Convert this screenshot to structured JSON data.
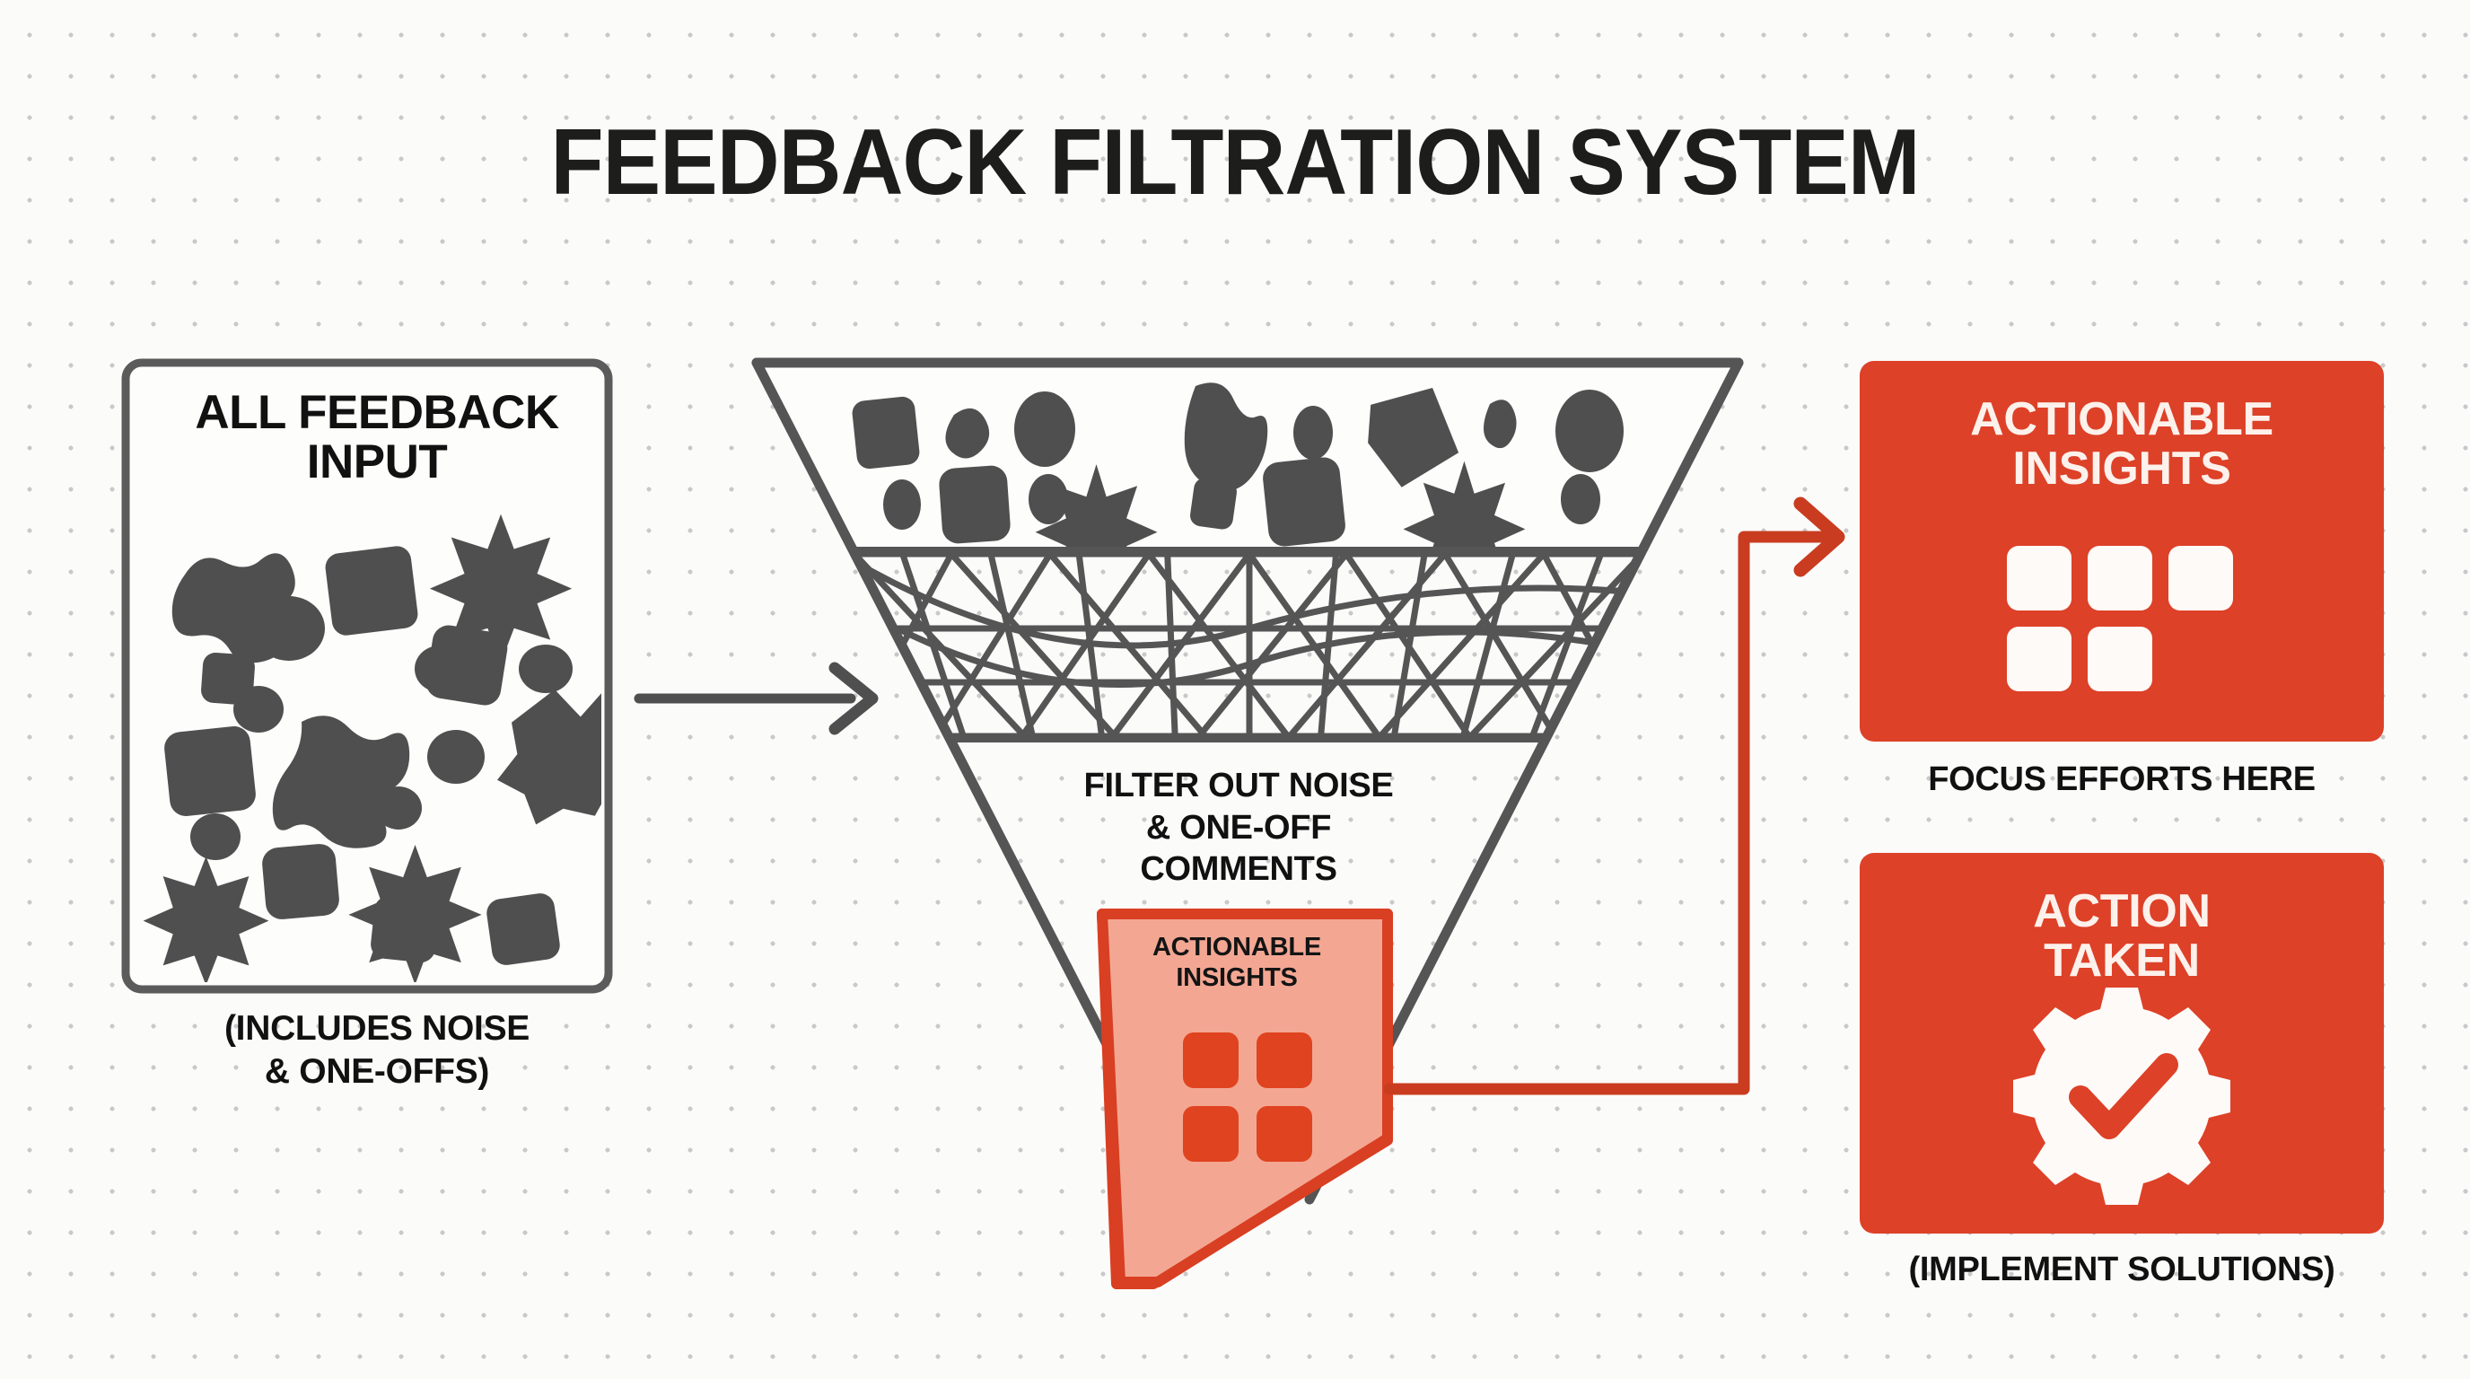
{
  "title": "FEEDBACK FILTRATION SYSTEM",
  "palette": {
    "background": "#fbfbfa",
    "dot": "#c9c9c9",
    "dark_gray": "#4f4f4f",
    "outline_gray": "#595959",
    "red": "#dd4128",
    "red_dark": "#c93c20",
    "spout_fill": "#f3a793",
    "text_dark": "#1d1d1b",
    "card_text": "#fdf1ec"
  },
  "input_box": {
    "title": "ALL FEEDBACK INPUT",
    "caption": "(INCLUDES NOISE & ONE-OFFS)",
    "caption_line1": "(INCLUDES NOISE",
    "caption_line2": "& ONE-OFFS)",
    "shape_count": 22,
    "shape_kinds": [
      "blob",
      "rounded-square",
      "circle",
      "ellipse",
      "six-point-star"
    ]
  },
  "funnel": {
    "mesh_label": "FILTER OUT NOISE & ONE-OFF COMMENTS",
    "mesh_label_line1": "FILTER OUT NOISE",
    "mesh_label_line2": "& ONE-OFF",
    "mesh_label_line3": "COMMENTS",
    "top_shape_count": 19,
    "spout_label": "ACTIONABLE INSIGHTS",
    "spout_label_line1": "ACTIONABLE",
    "spout_label_line2": "INSIGHTS",
    "spout_square_count": 4
  },
  "cards": [
    {
      "id": "actionable-insights",
      "title": "ACTIONABLE INSIGHTS",
      "title_line1": "ACTIONABLE",
      "title_line2": "INSIGHTS",
      "caption": "FOCUS EFFORTS HERE",
      "icon": "grid-squares-icon",
      "square_count": 5
    },
    {
      "id": "action-taken",
      "title": "ACTION TAKEN",
      "title_line1": "ACTION",
      "title_line2": "TAKEN",
      "caption": "(IMPLEMENT SOLUTIONS)",
      "icon": "gear-check-icon"
    }
  ],
  "connectors": [
    {
      "name": "input-to-funnel-arrow",
      "color": "#4f4f4f",
      "direction": "right"
    },
    {
      "name": "spout-to-insights-arrow",
      "color": "#c93c20",
      "direction": "right-up-right"
    }
  ]
}
